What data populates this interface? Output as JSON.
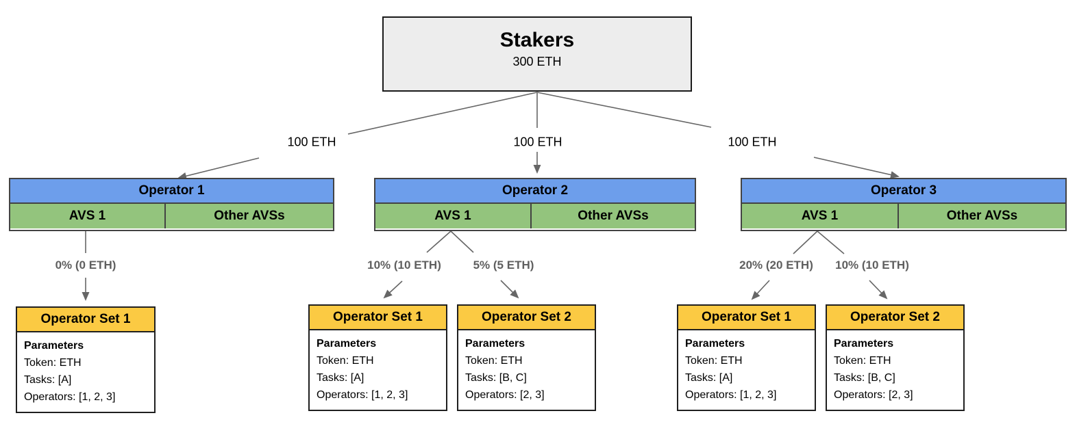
{
  "colors": {
    "operator_header_blue": "#6d9eeb",
    "avs_cell_green": "#93c47d",
    "set_header_yellow": "#fbca43",
    "stakers_fill_gray": "#ededed",
    "connector_gray": "#666666",
    "pct_label_gray": "#5f5f5f"
  },
  "stakers": {
    "title": "Stakers",
    "amount": "300 ETH"
  },
  "stake_edges": [
    {
      "label": "100 ETH"
    },
    {
      "label": "100 ETH"
    },
    {
      "label": "100 ETH"
    }
  ],
  "operators": [
    {
      "name": "Operator 1",
      "avs": [
        "AVS 1",
        "Other AVSs"
      ],
      "allocations": [
        {
          "label": "0% (0 ETH)",
          "set": {
            "title": "Operator Set 1",
            "heading": "Parameters",
            "token": "Token: ETH",
            "tasks": "Tasks: [A]",
            "operators": "Operators: [1, 2, 3]"
          }
        }
      ]
    },
    {
      "name": "Operator 2",
      "avs": [
        "AVS 1",
        "Other AVSs"
      ],
      "allocations": [
        {
          "label": "10% (10 ETH)",
          "set": {
            "title": "Operator Set 1",
            "heading": "Parameters",
            "token": "Token: ETH",
            "tasks": "Tasks: [A]",
            "operators": "Operators: [1, 2, 3]"
          }
        },
        {
          "label": "5% (5 ETH)",
          "set": {
            "title": "Operator Set 2",
            "heading": "Parameters",
            "token": "Token: ETH",
            "tasks": "Tasks: [B, C]",
            "operators": "Operators: [2, 3]"
          }
        }
      ]
    },
    {
      "name": "Operator 3",
      "avs": [
        "AVS 1",
        "Other AVSs"
      ],
      "allocations": [
        {
          "label": "20% (20 ETH)",
          "set": {
            "title": "Operator Set 1",
            "heading": "Parameters",
            "token": "Token: ETH",
            "tasks": "Tasks: [A]",
            "operators": "Operators: [1, 2, 3]"
          }
        },
        {
          "label": "10% (10 ETH)",
          "set": {
            "title": "Operator Set 2",
            "heading": "Parameters",
            "token": "Token: ETH",
            "tasks": "Tasks: [B, C]",
            "operators": "Operators: [2, 3]"
          }
        }
      ]
    }
  ]
}
